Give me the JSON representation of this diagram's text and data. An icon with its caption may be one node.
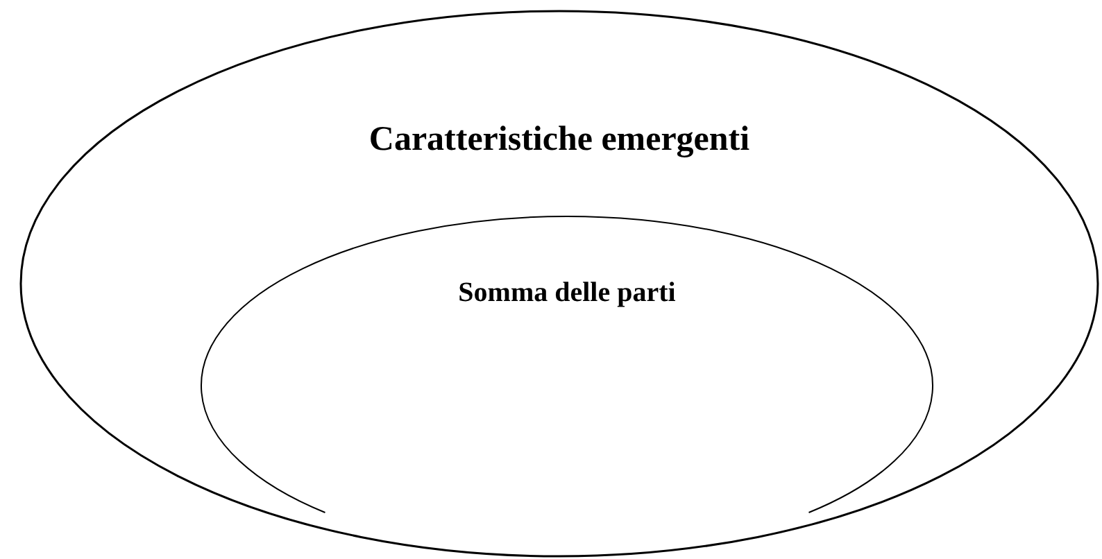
{
  "diagram": {
    "nodes": [
      {
        "text": [
          "Caratteristiche emergenti"
        ]
      },
      {
        "text": [
          "Somma delle parti"
        ],
        "in": 0
      }
    ]
  }
}
